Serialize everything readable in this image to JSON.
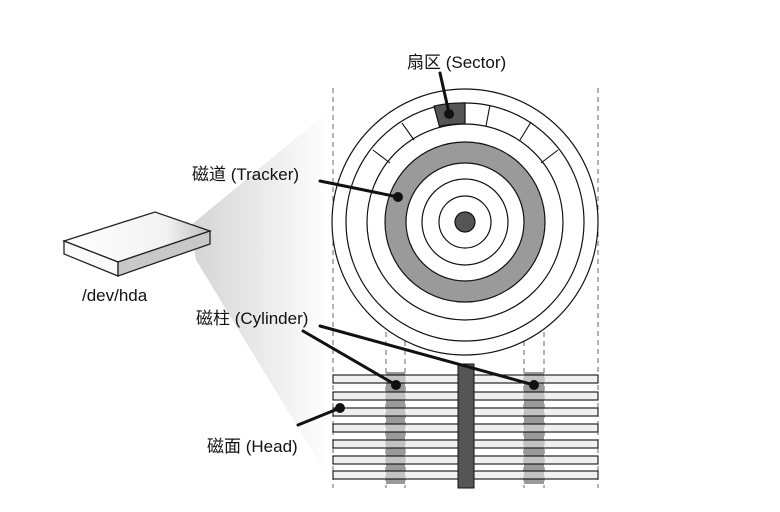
{
  "labels": {
    "sector": "扇区 (Sector)",
    "track": "磁道 (Tracker)",
    "device": "/dev/hda",
    "cylinder": "磁柱 (Cylinder)",
    "head": "磁面 (Head)"
  },
  "colors": {
    "line": "#111111",
    "ring_fill": "#9a9a9a",
    "sector_fill": "#555555",
    "platter_fill": "#e4e4e4",
    "dashed": "#666666"
  }
}
